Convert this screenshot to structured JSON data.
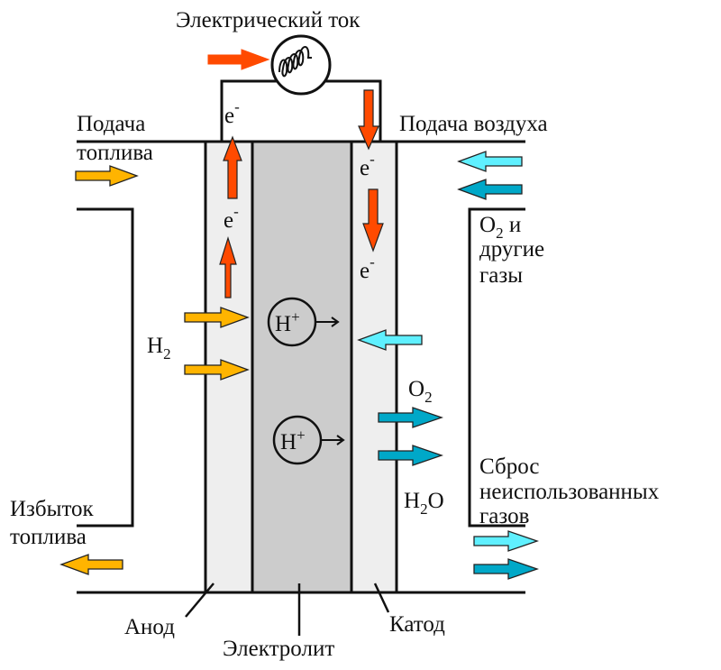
{
  "title": "Электрический ток",
  "labels": {
    "fuel_supply_line1": "Подача",
    "fuel_supply_line2": "топлива",
    "air_supply": "Подача воздуха",
    "o2_other_line1_main": "O",
    "o2_other_line1_sub": "2",
    "o2_other_line1_rest": " и",
    "o2_other_line2": "другие",
    "o2_other_line3": "газы",
    "h2_main": "H",
    "h2_sub": "2",
    "o2_main": "O",
    "o2_sub": "2",
    "h2o_main": "H",
    "h2o_sub": "2",
    "h2o_rest": "O",
    "exhaust_line1": "Сброс",
    "exhaust_line2": "неиспользованных",
    "exhaust_line3": "газов",
    "excess_fuel_line1": "Избыток",
    "excess_fuel_line2": "топлива",
    "anode": "Анод",
    "electrolyte": "Электролит",
    "cathode": "Катод",
    "electron_main": "e",
    "electron_sup": "-",
    "proton_main": "H",
    "proton_sup": "+"
  },
  "colors": {
    "electron_arrow": "#ff4a00",
    "fuel_arrow": "#ffb400",
    "air_arrow_light": "#5ff0ff",
    "air_arrow_dark": "#00a8c8",
    "electrode_fill": "#eeeeee",
    "electrolyte_fill": "#cccccc"
  }
}
